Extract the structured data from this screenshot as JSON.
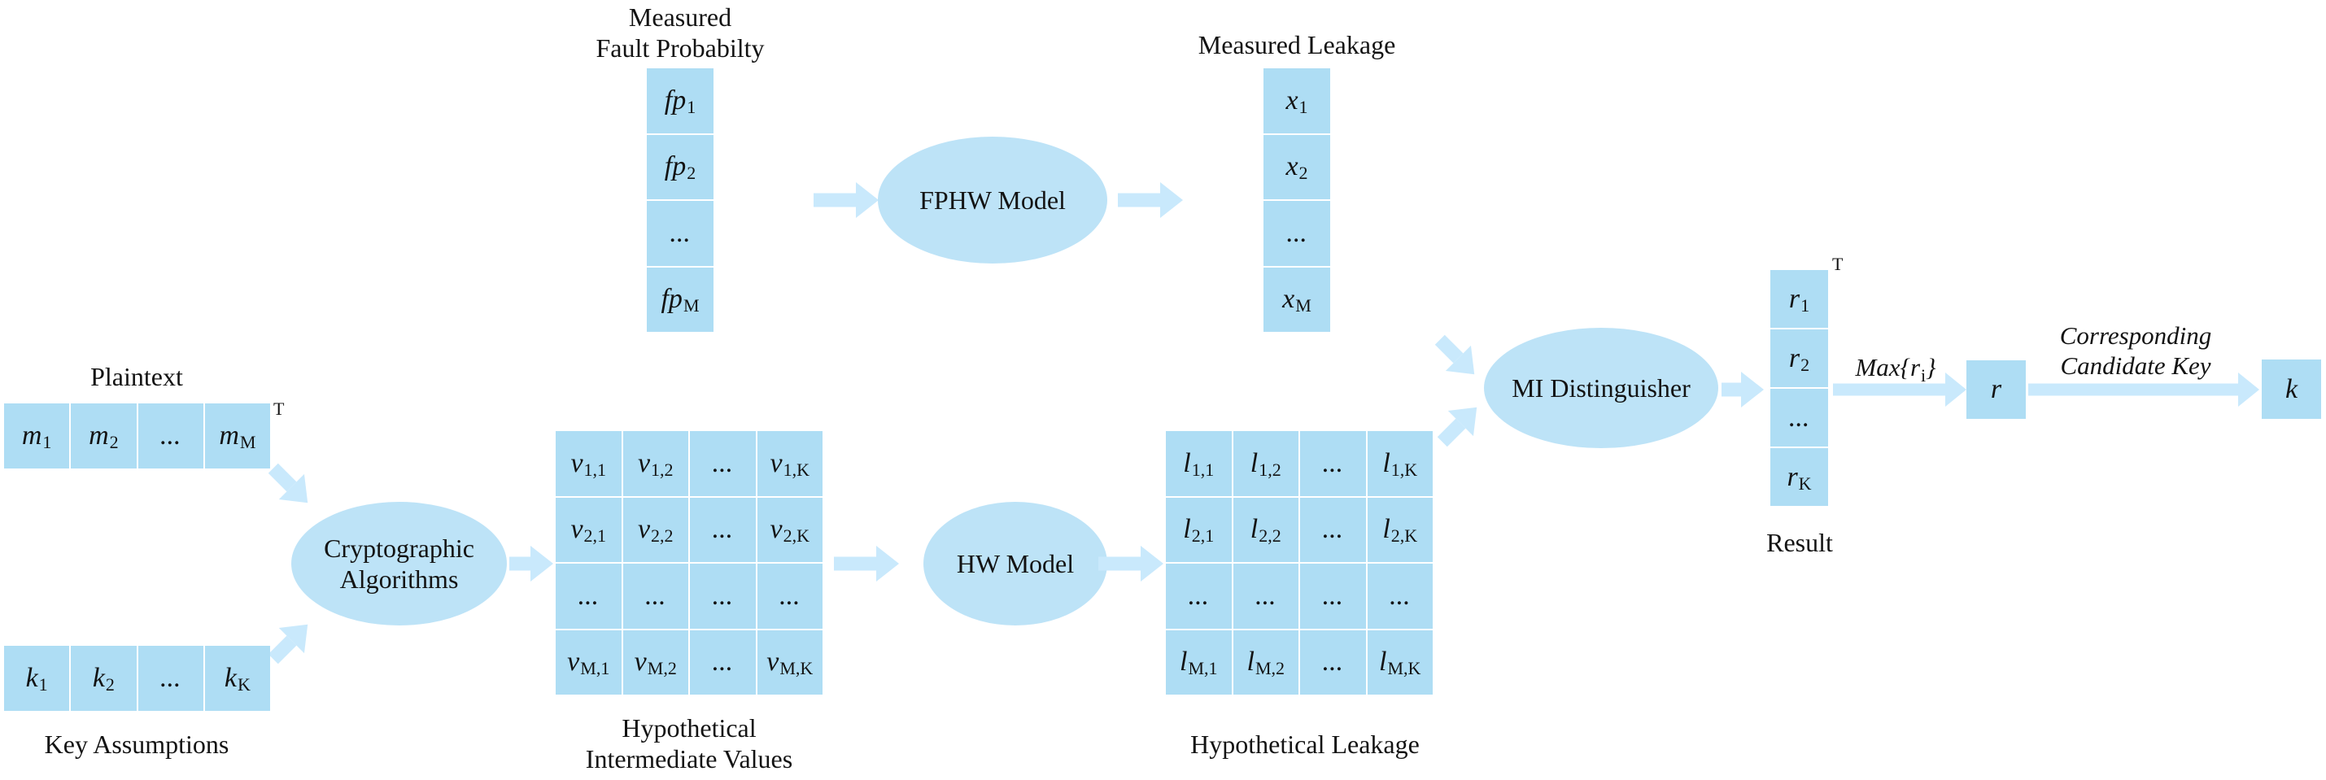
{
  "colors": {
    "cell_fill": "#aeddf4",
    "ellipse_fill": "#bde3f7",
    "arrow_fill": "#c9e9fc",
    "text": "#131313",
    "background": "#ffffff"
  },
  "fault_probability": {
    "label": [
      "Measured",
      "Fault Probabilty"
    ],
    "cells": [
      [
        "fp",
        "1"
      ],
      [
        "fp",
        "2"
      ],
      [
        "...",
        ""
      ],
      [
        "fp",
        "M"
      ]
    ]
  },
  "fphw_model": {
    "label": "FPHW Model"
  },
  "measured_leakage": {
    "label": "Measured Leakage",
    "cells": [
      [
        "x",
        "1"
      ],
      [
        "x",
        "2"
      ],
      [
        "...",
        ""
      ],
      [
        "x",
        "M"
      ]
    ]
  },
  "plaintext": {
    "label": "Plaintext",
    "transpose": "T",
    "cells": [
      [
        "m",
        "1"
      ],
      [
        "m",
        "2"
      ],
      [
        "...",
        ""
      ],
      [
        "m",
        "M"
      ]
    ]
  },
  "cryptographic_algorithms": {
    "label": [
      "Cryptographic",
      "Algorithms"
    ]
  },
  "key_assumptions": {
    "label": "Key Assumptions",
    "cells": [
      [
        "k",
        "1"
      ],
      [
        "k",
        "2"
      ],
      [
        "...",
        ""
      ],
      [
        "k",
        "K"
      ]
    ]
  },
  "intermediate_values": {
    "label": [
      "Hypothetical",
      "Intermediate Values"
    ],
    "grid": [
      [
        [
          "v",
          "1,1"
        ],
        [
          "v",
          "1,2"
        ],
        [
          "...",
          ""
        ],
        [
          "v",
          "1,K"
        ]
      ],
      [
        [
          "v",
          "2,1"
        ],
        [
          "v",
          "2,2"
        ],
        [
          "...",
          ""
        ],
        [
          "v",
          "2,K"
        ]
      ],
      [
        [
          "...",
          ""
        ],
        [
          "...",
          ""
        ],
        [
          "...",
          ""
        ],
        [
          "...",
          ""
        ]
      ],
      [
        [
          "v",
          "M,1"
        ],
        [
          "v",
          "M,2"
        ],
        [
          "...",
          ""
        ],
        [
          "v",
          "M,K"
        ]
      ]
    ]
  },
  "hw_model": {
    "label": "HW Model"
  },
  "hypothetical_leakage": {
    "label": "Hypothetical Leakage",
    "grid": [
      [
        [
          "l",
          "1,1"
        ],
        [
          "l",
          "1,2"
        ],
        [
          "...",
          ""
        ],
        [
          "l",
          "1,K"
        ]
      ],
      [
        [
          "l",
          "2,1"
        ],
        [
          "l",
          "2,2"
        ],
        [
          "...",
          ""
        ],
        [
          "l",
          "2,K"
        ]
      ],
      [
        [
          "...",
          ""
        ],
        [
          "...",
          ""
        ],
        [
          "...",
          ""
        ],
        [
          "...",
          ""
        ]
      ],
      [
        [
          "l",
          "M,1"
        ],
        [
          "l",
          "M,2"
        ],
        [
          "...",
          ""
        ],
        [
          "l",
          "M,K"
        ]
      ]
    ]
  },
  "mi_distinguisher": {
    "label": "MI Distinguisher"
  },
  "result": {
    "label": "Result",
    "transpose": "T",
    "cells": [
      [
        "r",
        "1"
      ],
      [
        "r",
        "2"
      ],
      [
        "...",
        ""
      ],
      [
        "r",
        "K"
      ]
    ]
  },
  "max_selection": {
    "pre": "Max{",
    "base": "r",
    "sub": "i",
    "post": "}"
  },
  "r_box": {
    "base": "r"
  },
  "corresponding_candidate_key": {
    "label": [
      "Corresponding",
      "Candidate Key"
    ]
  },
  "k_box": {
    "base": "k"
  }
}
